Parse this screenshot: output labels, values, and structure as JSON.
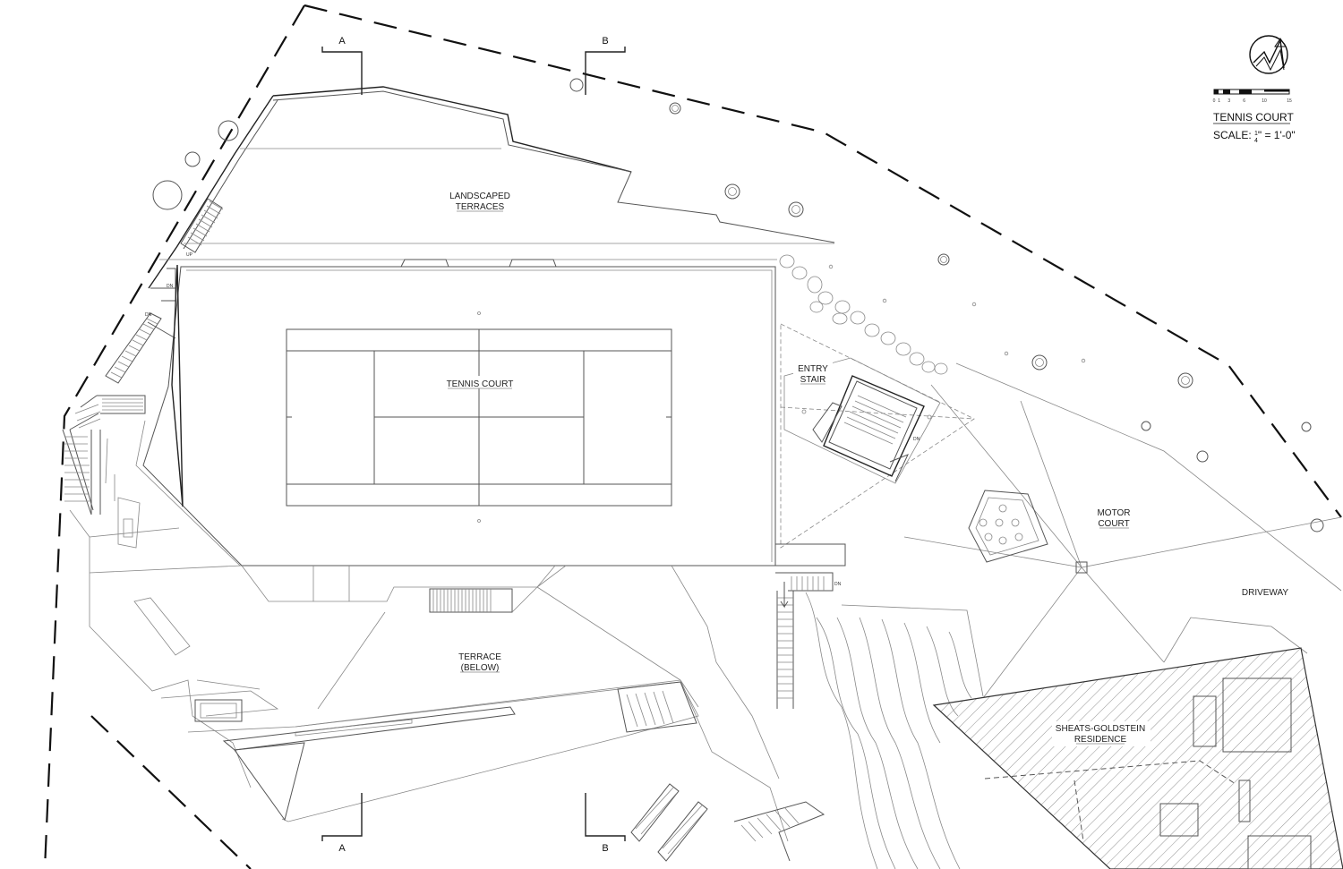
{
  "labels": {
    "landscaped_line1": "LANDSCAPED",
    "landscaped_line2": "TERRACES",
    "tennis_court": "TENNIS COURT",
    "entry_line1": "ENTRY",
    "entry_line2": "STAIR",
    "motor_line1": "MOTOR",
    "motor_line2": "COURT",
    "driveway": "DRIVEWAY",
    "terrace_line1": "TERRACE",
    "terrace_line2": "(BELOW)",
    "residence_line1": "SHEATS-GOLDSTEIN",
    "residence_line2": "RESIDENCE",
    "up": "UP",
    "dn": "DN"
  },
  "sections": {
    "a": "A",
    "b": "B"
  },
  "title_block": {
    "title": "TENNIS COURT",
    "scale_prefix": "SCALE: ",
    "scale_num": "1",
    "scale_den": "4",
    "scale_suffix": "\" = 1'-0\"",
    "scale_ticks": [
      "0",
      "1",
      "3",
      "6",
      "10",
      "15"
    ]
  },
  "icons": {
    "north_arrow": "north-arrow-icon"
  },
  "colors": {
    "line": "#555555",
    "property_line": "#111111",
    "hatch": "#777777"
  }
}
